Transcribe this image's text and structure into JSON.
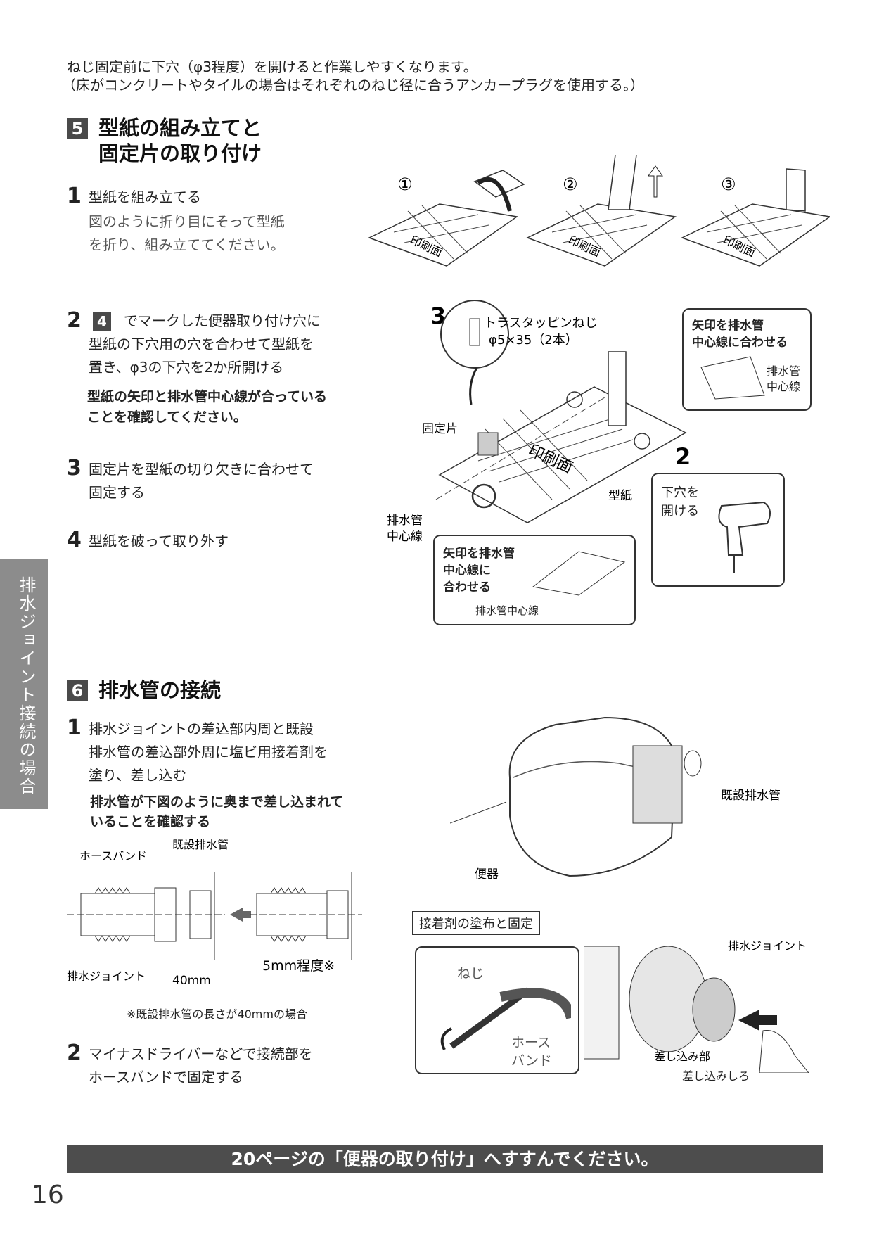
{
  "intro": {
    "line1": "ねじ固定前に下穴（φ3程度）を開けると作業しやすくなります。",
    "line2": "（床がコンクリートやタイルの場合はそれぞれのねじ径に合うアンカープラグを使用する。）"
  },
  "section5": {
    "badge": "5",
    "title_line1": "型紙の組み立てと",
    "title_line2": "固定片の取り付け",
    "steps": [
      {
        "num": "1",
        "title": "型紙を組み立てる",
        "desc1": "図のように折り目にそって型紙",
        "desc2": "を折り、組み立ててください。"
      },
      {
        "num": "2",
        "badge": "4",
        "line1": "でマークした便器取り付け穴に",
        "line2": "型紙の下穴用の穴を合わせて型紙を",
        "line3": "置き、φ3の下穴を2か所開ける",
        "note1": "型紙の矢印と排水管中心線が合っている",
        "note2": "ことを確認してください。"
      },
      {
        "num": "3",
        "line1": "固定片を型紙の切り欠きに合わせて",
        "line2": "固定する"
      },
      {
        "num": "4",
        "line1": "型紙を破って取り外す"
      }
    ],
    "fig_top": {
      "labels": [
        "①",
        "②",
        "③"
      ],
      "print_label": "印刷面"
    },
    "fig_main": {
      "step3_num": "3",
      "step2_num": "2",
      "screw_line1": "トラスタッピンねじ",
      "screw_line2": "φ5×35（2本）",
      "fixing_piece": "固定片",
      "print_label": "印刷面",
      "template": "型紙",
      "drain_center1": "排水管",
      "drain_center2": "中心線",
      "callout_top_line1": "矢印を排水管",
      "callout_top_line2": "中心線に合わせる",
      "callout_top_sub1": "排水管",
      "callout_top_sub2": "中心線",
      "callout_drill1": "下穴を",
      "callout_drill2": "開ける",
      "callout_bottom_line1": "矢印を排水管",
      "callout_bottom_line2": "中心線に",
      "callout_bottom_line3": "合わせる",
      "callout_bottom_sub": "排水管中心線"
    }
  },
  "section6": {
    "badge": "6",
    "title": "排水管の接続",
    "steps": [
      {
        "num": "1",
        "line1": "排水ジョイントの差込部内周と既設",
        "line2": "排水管の差込部外周に塩ビ用接着剤を",
        "line3": "塗り、差し込む",
        "note1": "排水管が下図のように奥まで差し込まれて",
        "note2": "いることを確認する"
      },
      {
        "num": "2",
        "line1": "マイナスドライバーなどで接続部を",
        "line2": "ホースバンドで固定する"
      }
    ],
    "pipe_fig": {
      "hose_band": "ホースバンド",
      "existing_pipe": "既設排水管",
      "drain_joint": "排水ジョイント",
      "length": "40mm",
      "depth": "5mm程度※",
      "footnote": "※既設排水管の長さが40mmの場合"
    },
    "toilet_fig": {
      "existing_pipe": "既設排水管",
      "toilet": "便器"
    },
    "glue_fig": {
      "title": "接着剤の塗布と固定",
      "screw": "ねじ",
      "hose1": "ホース",
      "hose2": "バンド",
      "drain_joint": "排水ジョイント",
      "insert_part": "差し込み部",
      "insert_margin": "差し込みしろ"
    }
  },
  "side_tab": "排水ジョイント接続の場合",
  "footer": "20ページの「便器の取り付け」へすすんでください。",
  "page_number": "16"
}
